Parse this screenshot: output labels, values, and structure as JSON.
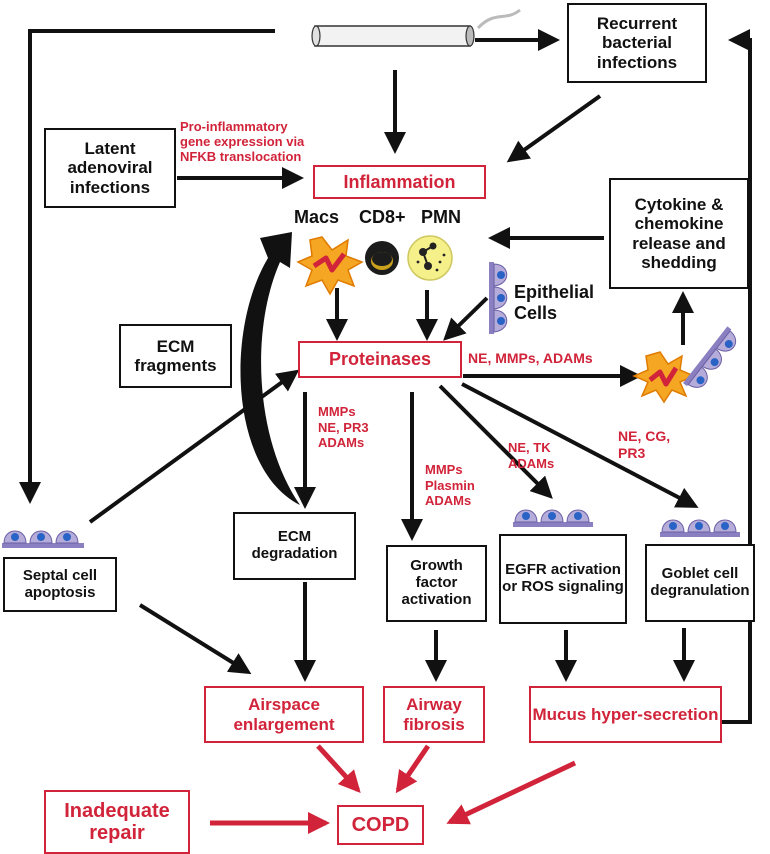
{
  "nodes": {
    "recurrent_infections": "Recurrent bacterial infections",
    "latent_adenoviral": "Latent adenoviral infections",
    "inflammation": "Inflammation",
    "cytokine_release": "Cytokine & chemokine release and shedding",
    "ecm_fragments": "ECM fragments",
    "proteinases": "Proteinases",
    "ecm_degradation": "ECM degradation",
    "septal_apoptosis": "Septal cell apoptosis",
    "growth_factor": "Growth factor activation",
    "egfr": "EGFR activation or ROS signaling",
    "goblet": "Goblet cell degranulation",
    "airspace": "Airspace enlargement",
    "airway_fibrosis": "Airway fibrosis",
    "mucus": "Mucus hyper-secretion",
    "inadequate_repair": "Inadequate repair",
    "copd": "COPD"
  },
  "labels": {
    "pro_inflammatory": "Pro-inflammatory gene expression via NFKB translocation",
    "macs": "Macs",
    "cd8": "CD8+",
    "pmn": "PMN",
    "epithelial": "Epithelial Cells",
    "ne_mmps_adams": "NE, MMPs, ADAMs",
    "mmps_ne_pr3": "MMPs NE, PR3 ADAMs",
    "mmps_plasmin": "MMPs Plasmin ADAMs",
    "ne_tk": "NE, TK ADAMs",
    "ne_cg": "NE, CG, PR3"
  },
  "colors": {
    "red": "#d1243a",
    "black": "#111111",
    "epithelium": "#8a7fc0",
    "star": "#f5a623",
    "pmn_fill": "#f5f08a"
  },
  "icons": [
    "cigarette-icon",
    "macrophage-icon",
    "cd8-cell-icon",
    "pmn-cell-icon",
    "epithelial-cell-icon"
  ]
}
